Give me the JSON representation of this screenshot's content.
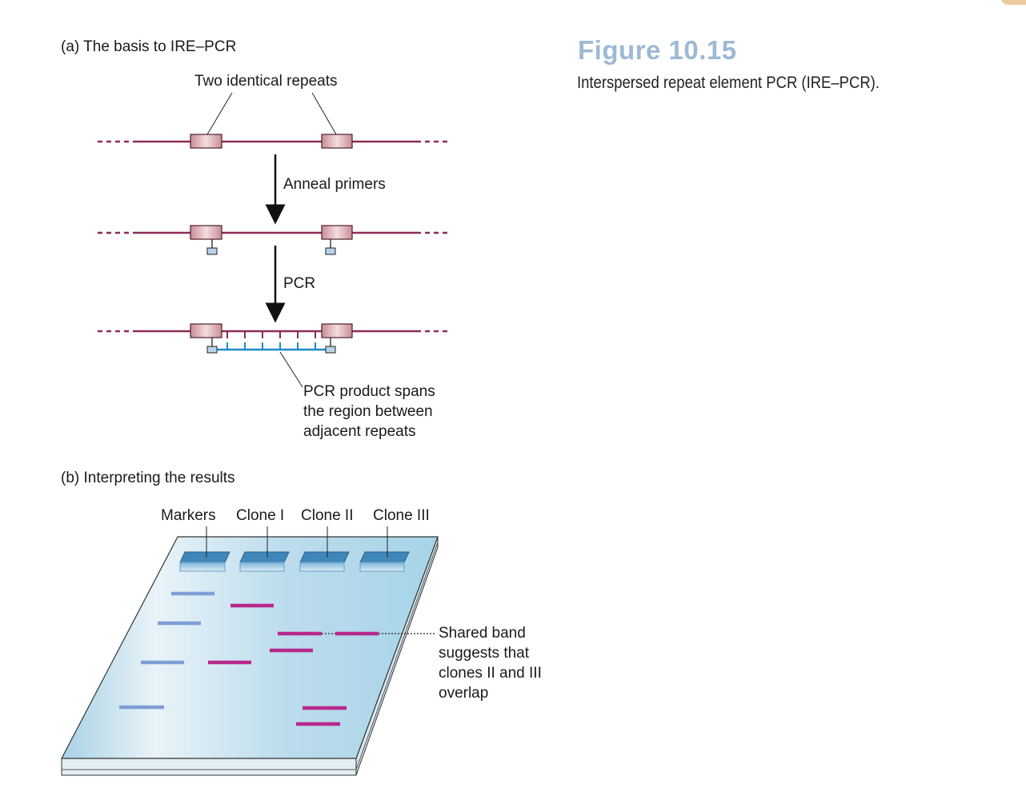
{
  "figure": {
    "number": "Figure 10.15",
    "caption": "Interspersed repeat element PCR (IRE–PCR)."
  },
  "panel_a": {
    "title": "(a)  The basis to IRE–PCR",
    "repeats_label": "Two identical repeats",
    "step1_label": "Anneal primers",
    "step2_label": "PCR",
    "product_note": "PCR product spans\nthe region between\nadjacent repeats"
  },
  "panel_b": {
    "title": "(b)  Interpreting the results",
    "lanes": [
      "Markers",
      "Clone I",
      "Clone II",
      "Clone III"
    ],
    "shared_note": "Shared band\nsuggests that\nclones II and III\noverlap"
  },
  "colors": {
    "dna": "#8e2b56",
    "repeat_box": "#d9a8ae",
    "primer": "#b9d3ea",
    "product": "#1a8ccc",
    "marker_band": "#7f9ed4",
    "clone_band": "#b8288c",
    "gel": "#aed8e8",
    "title_accent": "#9db9d4"
  }
}
